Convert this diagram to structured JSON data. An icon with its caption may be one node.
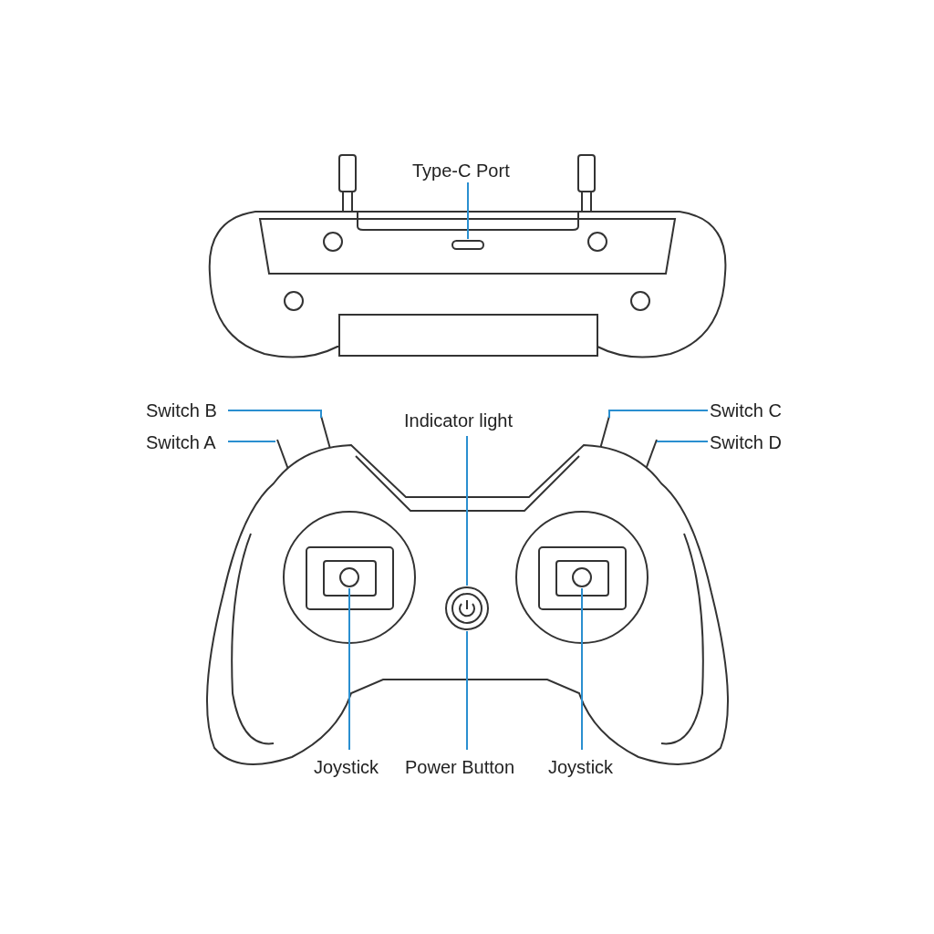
{
  "diagram": {
    "nodes": [
      {
        "text": [
          "Type-C Port"
        ]
      },
      {
        "text": [
          "Switch B"
        ]
      },
      {
        "text": [
          "Indicator light"
        ]
      },
      {
        "text": [
          "Switch C"
        ]
      },
      {
        "text": [
          "Switch A"
        ]
      },
      {
        "text": [
          "Switch D"
        ]
      },
      {
        "text": [
          "Joystick"
        ]
      },
      {
        "text": [
          "Power Button"
        ]
      },
      {
        "text": [
          "Joystick"
        ]
      }
    ],
    "edges": [
      {
        "from": 0,
        "to": null,
        "arrow": "none"
      },
      {
        "from": 1,
        "to": null,
        "arrow": "none"
      },
      {
        "from": 2,
        "to": null,
        "arrow": "none"
      },
      {
        "from": 3,
        "to": null,
        "arrow": "none"
      },
      {
        "from": 4,
        "to": null,
        "arrow": "none"
      },
      {
        "from": 5,
        "to": null,
        "arrow": "none"
      },
      {
        "from": 6,
        "to": null,
        "arrow": "none"
      },
      {
        "from": 7,
        "to": null,
        "arrow": "none"
      },
      {
        "from": 8,
        "to": null,
        "arrow": "none"
      }
    ]
  }
}
